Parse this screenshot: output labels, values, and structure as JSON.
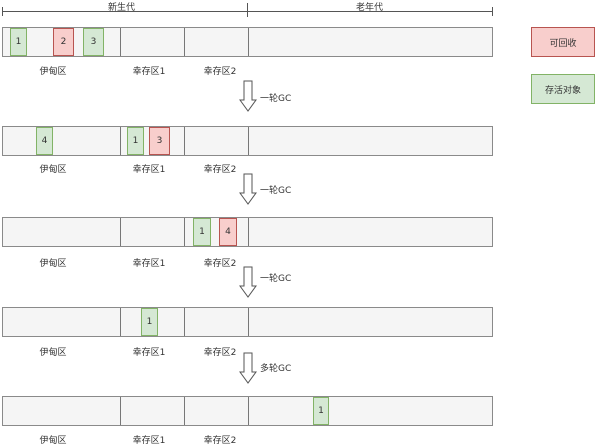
{
  "header": {
    "young": "新生代",
    "old": "老年代"
  },
  "regions": {
    "eden": "伊甸区",
    "s1": "幸存区1",
    "s2": "幸存区2"
  },
  "legend": {
    "dead": "可回收",
    "live": "存活对象"
  },
  "rows": [
    {
      "blocks": [
        {
          "label": "1",
          "kind": "live"
        },
        {
          "label": "2",
          "kind": "dead"
        },
        {
          "label": "3",
          "kind": "live"
        }
      ]
    },
    {
      "blocks": [
        {
          "label": "4",
          "kind": "live"
        },
        {
          "label": "1",
          "kind": "live"
        },
        {
          "label": "3",
          "kind": "dead"
        }
      ]
    },
    {
      "blocks": [
        {
          "label": "1",
          "kind": "live"
        },
        {
          "label": "4",
          "kind": "dead"
        }
      ]
    },
    {
      "blocks": [
        {
          "label": "1",
          "kind": "live"
        }
      ]
    },
    {
      "blocks": [
        {
          "label": "1",
          "kind": "live"
        }
      ]
    }
  ],
  "transitions": [
    "一轮GC",
    "一轮GC",
    "一轮GC",
    "多轮GC"
  ]
}
